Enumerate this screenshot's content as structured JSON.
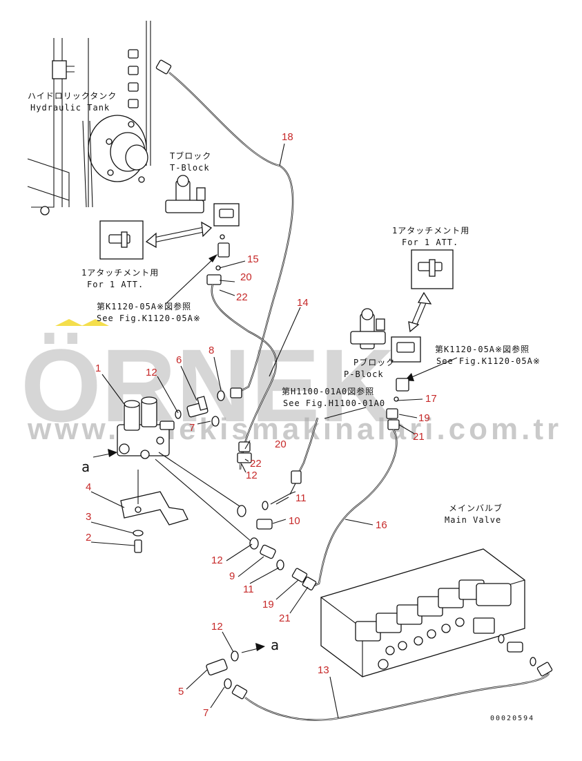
{
  "watermark": {
    "brand": "ÖRNEK",
    "url": "www.ornekismakinalari.com.tr",
    "brand_color": "#b5b5b5",
    "accent_color": "#f0d000"
  },
  "labels": {
    "tank_jp": "ハイドロリックタンク",
    "tank_en": "Hydraulic Tank",
    "tblock_jp": "Tブロック",
    "tblock_en": "T-Block",
    "att_left_jp": "1アタッチメント用",
    "att_left_en": "For 1 ATT.",
    "ref_left_jp": "第K1120-05A※図参照",
    "ref_left_en": "See Fig.K1120-05A※",
    "att_right_jp": "1アタッチメント用",
    "att_right_en": "For 1 ATT.",
    "pblock_jp": "Pブロック",
    "pblock_en": "P-Block",
    "ref_right_jp": "第K1120-05A※図参照",
    "ref_right_en": "See Fig.K1120-05A※",
    "ref_mid_jp": "第H1100-01A0図参照",
    "ref_mid_en": "See Fig.H1100-01A0",
    "mainvalve_jp": "メインバルブ",
    "mainvalve_en": "Main Valve",
    "arrow_a_top": "a",
    "arrow_a_bottom": "a",
    "drawing_number": "00020594"
  },
  "callouts": {
    "c1": "1",
    "c2": "2",
    "c3": "3",
    "c4": "4",
    "c5": "5",
    "c6": "6",
    "c7a": "7",
    "c7b": "7",
    "c8": "8",
    "c9": "9",
    "c10": "10",
    "c11a": "11",
    "c11b": "11",
    "c12a": "12",
    "c12b": "12",
    "c12c": "12",
    "c12d": "12",
    "c13": "13",
    "c14": "14",
    "c15": "15",
    "c16": "16",
    "c17": "17",
    "c18": "18",
    "c19a": "19",
    "c19b": "19",
    "c20a": "20",
    "c20b": "20",
    "c21a": "21",
    "c21b": "21",
    "c22a": "22",
    "c22b": "22"
  },
  "colors": {
    "callout": "#c62828",
    "ink": "#111111"
  }
}
